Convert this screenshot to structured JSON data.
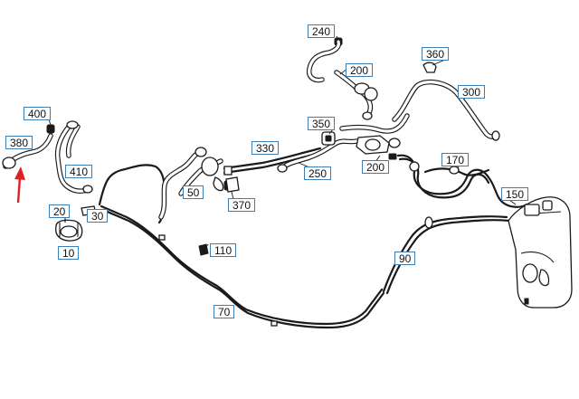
{
  "callouts": {
    "c10": "10",
    "c20": "20",
    "c30": "30",
    "c50": "50",
    "c70": "70",
    "c90": "90",
    "c110": "110",
    "c150": "150",
    "c170": "170",
    "c200a": "200",
    "c200b": "200",
    "c240": "240",
    "c250": "250",
    "c300": "300",
    "c330": "330",
    "c350": "350",
    "c360": "360",
    "c370": "370",
    "c380": "380",
    "c400": "400",
    "c410": "410"
  },
  "colors": {
    "callout_border": "#3a7fb8",
    "arrow": "#e02020",
    "line": "#1a1a1a"
  }
}
